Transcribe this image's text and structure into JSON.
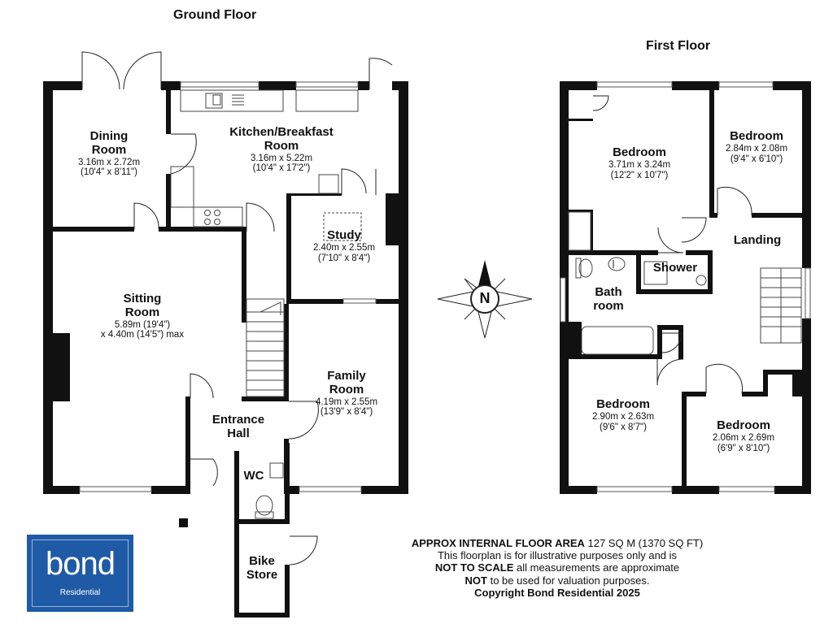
{
  "floors": {
    "ground_title": "Ground Floor",
    "first_title": "First Floor"
  },
  "rooms": {
    "dining": {
      "name1": "Dining",
      "name2": "Room",
      "dim1": "3.16m x 2.72m",
      "dim2": "(10'4\" x 8'11\")"
    },
    "kitchen": {
      "name1": "Kitchen/Breakfast",
      "name2": "Room",
      "dim1": "3.16m x 5.22m",
      "dim2": "(10'4\" x 17'2\")"
    },
    "study": {
      "name1": "Study",
      "dim1": "2.40m x 2.55m",
      "dim2": "(7'10\" x 8'4\")"
    },
    "sitting": {
      "name1": "Sitting",
      "name2": "Room",
      "dim1": "5.89m (19'4\")",
      "dim2": "x 4.40m (14'5\") max"
    },
    "family": {
      "name1": "Family",
      "name2": "Room",
      "dim1": "4.19m x 2.55m",
      "dim2": "(13'9\" x 8'4\")"
    },
    "entrance": {
      "name1": "Entrance",
      "name2": "Hall"
    },
    "wc": {
      "name1": "WC"
    },
    "bike": {
      "name1": "Bike",
      "name2": "Store"
    },
    "bed1": {
      "name1": "Bedroom",
      "dim1": "3.71m x 3.24m",
      "dim2": "(12'2\" x 10'7\")"
    },
    "bed2": {
      "name1": "Bedroom",
      "dim1": "2.84m x 2.08m",
      "dim2": "(9'4\" x 6'10\")"
    },
    "shower": {
      "name1": "Shower"
    },
    "landing": {
      "name1": "Landing"
    },
    "bath": {
      "name1": "Bath",
      "name2": "room"
    },
    "bed3": {
      "name1": "Bedroom",
      "dim1": "2.90m x 2.63m",
      "dim2": "(9'6\" x 8'7\")"
    },
    "bed4": {
      "name1": "Bedroom",
      "dim1": "2.06m x 2.69m",
      "dim2": "(6'9\" x 8'10\")"
    }
  },
  "compass": {
    "letter": "N"
  },
  "notes": {
    "area_label": "APPROX INTERNAL FLOOR AREA",
    "area_value": "127 SQ M (1370 SQ FT)",
    "line2": "This floorplan is for illustrative purposes only and is",
    "line3_bold": "NOT TO SCALE",
    "line3_rest": " all measurements are approximate",
    "line4_bold": "NOT",
    "line4_rest": " to be used for valuation purposes.",
    "copyright": "Copyright Bond Residential 2025"
  },
  "logo": {
    "word": "bond",
    "sub": "Residential"
  },
  "colors": {
    "wall": "#111111",
    "logo_bg": "#1f5aa6",
    "window": "#9a9a9a"
  }
}
